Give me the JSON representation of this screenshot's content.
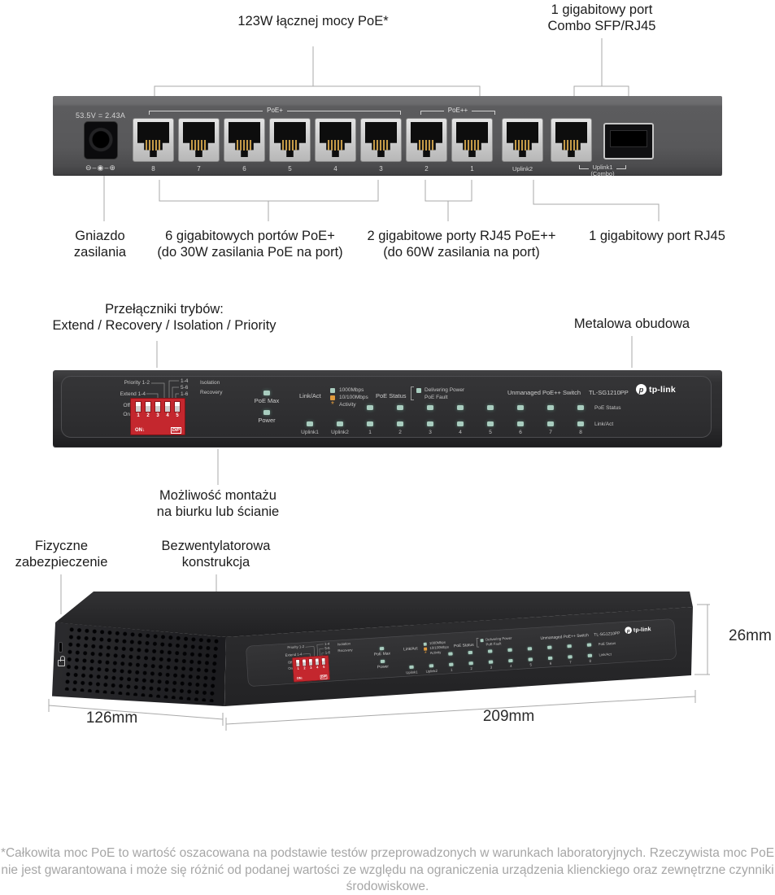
{
  "colors": {
    "dip_red": "#c4272e",
    "led_green": "#a9cdbf",
    "led_amber": "#e09a3c",
    "line_gray": "#a9a9a9"
  },
  "rear": {
    "callout_total_power": "123W łącznej mocy PoE*",
    "callout_combo_line1": "1 gigabitowy port",
    "callout_combo_line2": "Combo SFP/RJ45",
    "power_rating": "53.5V = 2.43A",
    "polarity_icon": "⊖–◉–⊕",
    "poe_plus": "PoE+",
    "poe_plus_plus": "PoE++",
    "ports": [
      "8",
      "7",
      "6",
      "5",
      "4",
      "3",
      "2",
      "1"
    ],
    "uplink2": "Uplink2",
    "uplink1": "Uplink1",
    "uplink1_sub": "(Combo)",
    "callout_power_line1": "Gniazdo",
    "callout_power_line2": "zasilania",
    "callout_poe6_line1": "6 gigabitowych portów PoE+",
    "callout_poe6_line2": "(do 30W zasilania PoE na port)",
    "callout_poe2_line1": "2 gigabitowe porty RJ45 PoE++",
    "callout_poe2_line2": "(do 60W zasilania na port)",
    "callout_rj45": "1 gigabitowy port RJ45"
  },
  "front": {
    "callout_modes_line1": "Przełączniki trybów:",
    "callout_modes_line2": "Extend / Recovery / Isolation / Priority",
    "callout_case": "Metalowa obudowa",
    "callout_mount_line1": "Możliwość montażu",
    "callout_mount_line2": "na biurku lub ścianie",
    "dip": {
      "priority": "Priority 1-2",
      "extend": "Extend 1-4",
      "off": "Off",
      "on": "On",
      "numbers": [
        "1",
        "2",
        "3",
        "4",
        "5"
      ],
      "on_marker": "ON↓",
      "brand": "DIP",
      "r1": "1-4",
      "r2": "5-6",
      "r3": "1-6",
      "isolation": "Isolation",
      "recovery": "Recovery"
    },
    "poe_max": "PoE Max",
    "power": "Power",
    "legend": {
      "link_act": "Link/Act",
      "s1000": "1000Mbps",
      "s100": "10/100Mbps",
      "activity": "Activity",
      "poe_status": "PoE Status",
      "delivering": "Delivering Power",
      "fault": "PoE Fault"
    },
    "matrix": {
      "cols": [
        "Uplink1",
        "Uplink2",
        "1",
        "2",
        "3",
        "4",
        "5",
        "6",
        "7",
        "8"
      ],
      "row_top": "PoE Status",
      "row_bottom": "Link/Act"
    },
    "type": "Unmanaged PoE++ Switch",
    "model": "TL-SG1210PP",
    "brand": "tp-link",
    "brand_mark": "p"
  },
  "iso": {
    "callout_lock_line1": "Fizyczne",
    "callout_lock_line2": "zabezpieczenie",
    "callout_fanless_line1": "Bezwentylatorowa",
    "callout_fanless_line2": "konstrukcja",
    "dim_width": "126mm",
    "dim_length": "209mm",
    "dim_height": "26mm"
  },
  "footnote": "*Całkowita moc PoE to wartość oszacowana na podstawie testów przeprowadzonych w warunkach laboratoryjnych. Rzeczywista moc PoE nie jest gwarantowana i może się różnić od podanej wartości ze względu na ograniczenia urządzenia klienckiego oraz zewnętrzne czynniki środowiskowe."
}
